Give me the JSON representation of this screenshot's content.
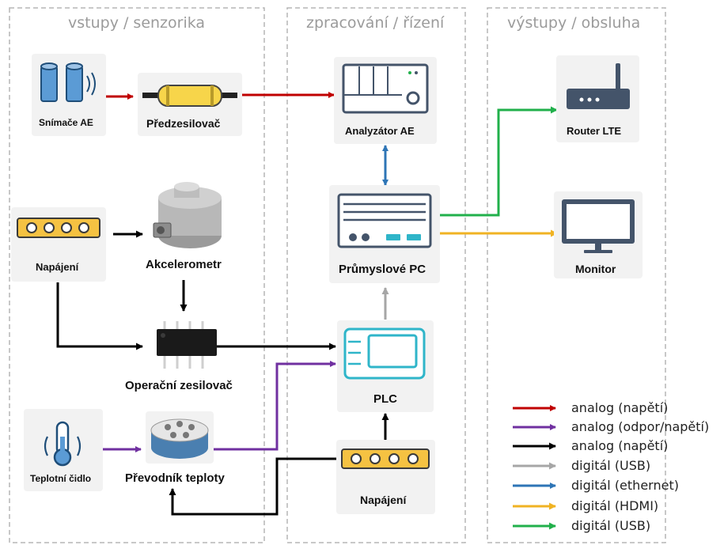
{
  "columns": [
    {
      "title": "vstupy / senzorika"
    },
    {
      "title": "zpracování / řízení"
    },
    {
      "title": "výstupy / obsluha"
    }
  ],
  "nodes": {
    "ae_sensors": "Snímače AE",
    "preamp": "Předzesilovač",
    "ae_analyzer": "Analyzátor AE",
    "router": "Router LTE",
    "power_left": "Napájení",
    "accelerometer": "Akcelerometr",
    "industrial_pc": "Průmyslové PC",
    "monitor": "Monitor",
    "opamp": "Operační zesilovač",
    "plc": "PLC",
    "temp_sensor": "Teplotní čidlo",
    "temp_converter": "Převodník teploty",
    "power_bottom": "Napájení"
  },
  "legend": [
    {
      "label": "analog (napětí)",
      "color": "#c00000"
    },
    {
      "label": "analog (odpor/napětí)",
      "color": "#7030a0"
    },
    {
      "label": "analog (napětí)",
      "color": "#000000"
    },
    {
      "label": "digitál (USB)",
      "color": "#a6a6a6"
    },
    {
      "label": "digitál (ethernet)",
      "color": "#2e75b6"
    },
    {
      "label": "digitál (HDMI)",
      "color": "#f0b323"
    },
    {
      "label": "digitál (USB)",
      "color": "#21b04b"
    }
  ],
  "colors": {
    "red": "#c00000",
    "purple": "#7030a0",
    "black": "#000000",
    "gray": "#a6a6a6",
    "blue": "#2e75b6",
    "yellow": "#f0b323",
    "green": "#21b04b",
    "device": "#44546a",
    "panel": "#f5c242"
  }
}
